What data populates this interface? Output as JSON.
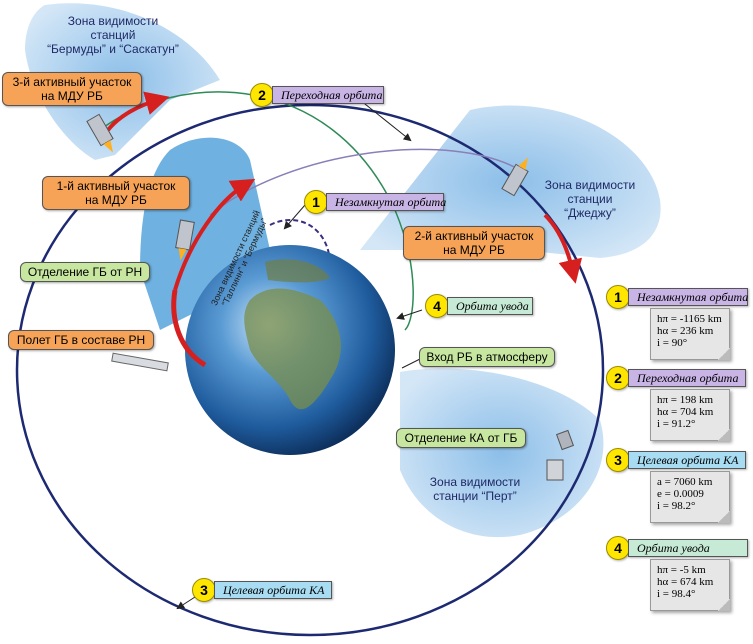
{
  "zones": {
    "bermuda": [
      "Зона видимости",
      "станций",
      "“Бермуды” и “Саскатун”"
    ],
    "jeju": [
      "Зона видимости",
      "станции",
      "“Джеджу”"
    ],
    "perth": [
      "Зона видимости",
      "станции “Перт”"
    ],
    "tallinn": [
      "Зона видимости станций",
      "“Таллинн” и “Бермуды”"
    ]
  },
  "callouts": {
    "active3": [
      "3-й активный участок",
      "на МДУ РБ"
    ],
    "active1": [
      "1-й активный участок",
      "на МДУ РБ"
    ],
    "active2": [
      "2-й активный участок",
      "на МДУ РБ"
    ],
    "separation_gb": "Отделение ГБ от РН",
    "flight_gb": "Полет ГБ в составе РН",
    "reentry": "Вход РБ в атмосферу",
    "separation_ka": "Отделение КА от ГБ"
  },
  "orbit_labels": [
    {
      "num": "1",
      "name": "Незамкнутая орбита"
    },
    {
      "num": "2",
      "name": "Переходная орбита"
    },
    {
      "num": "3",
      "name": "Целевая орбита КА"
    },
    {
      "num": "4",
      "name": "Орбита увода"
    }
  ],
  "legend": [
    {
      "num": "1",
      "name": "Незамкнутая орбита",
      "lines": [
        "hπ = -1165 km",
        "hα = 236 km",
        "i = 90°"
      ]
    },
    {
      "num": "2",
      "name": "Переходная орбита",
      "lines": [
        "hπ = 198 km",
        "hα = 704 km",
        "i = 91.2°"
      ]
    },
    {
      "num": "3",
      "name": "Целевая орбита КА",
      "lines": [
        "a = 7060 km",
        "e = 0.0009",
        "i = 98.2°"
      ]
    },
    {
      "num": "4",
      "name": "Орбита увода",
      "lines": [
        "hπ = -5 km",
        "hα = 674 km",
        "i = 98.4°"
      ]
    }
  ]
}
